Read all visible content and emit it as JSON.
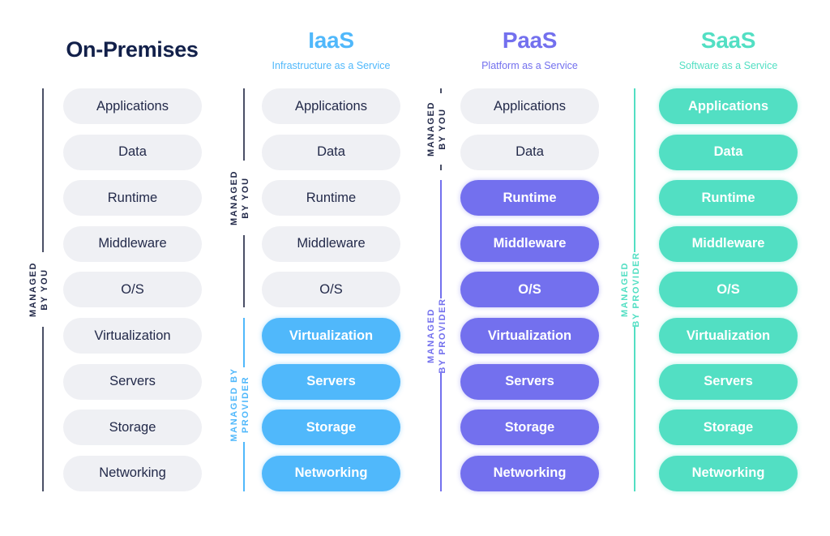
{
  "colors": {
    "on_premises_title": "#12204a",
    "managed_by_you_pill": "#eff0f4",
    "managed_by_you_text": "#232a4a",
    "iaas": "#50b8fb",
    "paas": "#7370ee",
    "saas": "#52dfc3"
  },
  "layers": [
    "Applications",
    "Data",
    "Runtime",
    "Middleware",
    "O/S",
    "Virtualization",
    "Servers",
    "Storage",
    "Networking"
  ],
  "columns": [
    {
      "id": "on-premises",
      "title": "On-Premises",
      "subtitle": "",
      "managed_by_you_count": 9,
      "labels": {
        "you_line1": "MANAGED",
        "you_line2": "BY YOU"
      }
    },
    {
      "id": "iaas",
      "title": "IaaS",
      "subtitle": "Infrastructure as a Service",
      "managed_by_you_count": 5,
      "labels": {
        "you_line1": "MANAGED",
        "you_line2": "BY YOU",
        "provider_line1": "MANAGED BY",
        "provider_line2": "PROVIDER"
      }
    },
    {
      "id": "paas",
      "title": "PaaS",
      "subtitle": "Platform as a Service",
      "managed_by_you_count": 2,
      "labels": {
        "you_line1": "MANAGED",
        "you_line2": "BY YOU",
        "provider_line1": "MANAGED",
        "provider_line2": "BY PROVIDER"
      }
    },
    {
      "id": "saas",
      "title": "SaaS",
      "subtitle": "Software as a Service",
      "managed_by_you_count": 0,
      "labels": {
        "provider_line1": "MANAGED",
        "provider_line2": "BY PROVIDER"
      }
    }
  ]
}
